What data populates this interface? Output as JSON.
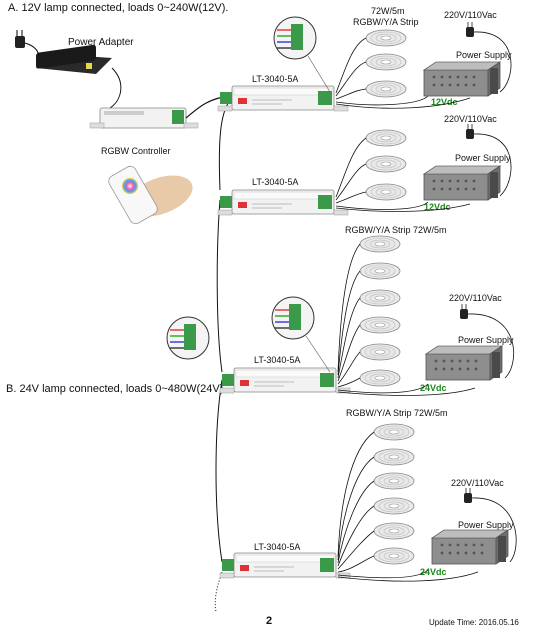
{
  "headings": {
    "section_a": "A. 12V lamp connected, loads 0~240W(12V).",
    "section_b": "B. 24V lamp connected, loads 0~480W(24V)."
  },
  "labels": {
    "power_adapter": "Power Adapter",
    "rgbw_controller": "RGBW Controller",
    "amplifier_model": "LT-3040-5A",
    "strip_a1": "72W/5m",
    "strip_a1_line2": "RGBW/Y/A Strip",
    "strip_b": "RGBW/Y/A Strip  72W/5m",
    "mains": "220V/110Vac",
    "power_supply": "Power Supply",
    "v12": "12Vdc",
    "v24": "24Vdc"
  },
  "footer": {
    "page_number": "2",
    "update_time": "Update Time: 2016.05.16"
  },
  "colors": {
    "voltage_label": "#1a8a1a",
    "wire": "#111111",
    "device_body": "#f2f2f2"
  },
  "icons": [
    "power-plug-icon",
    "remote-control-icon",
    "led-reel-icon",
    "power-supply-icon",
    "terminal-zoom-icon"
  ]
}
